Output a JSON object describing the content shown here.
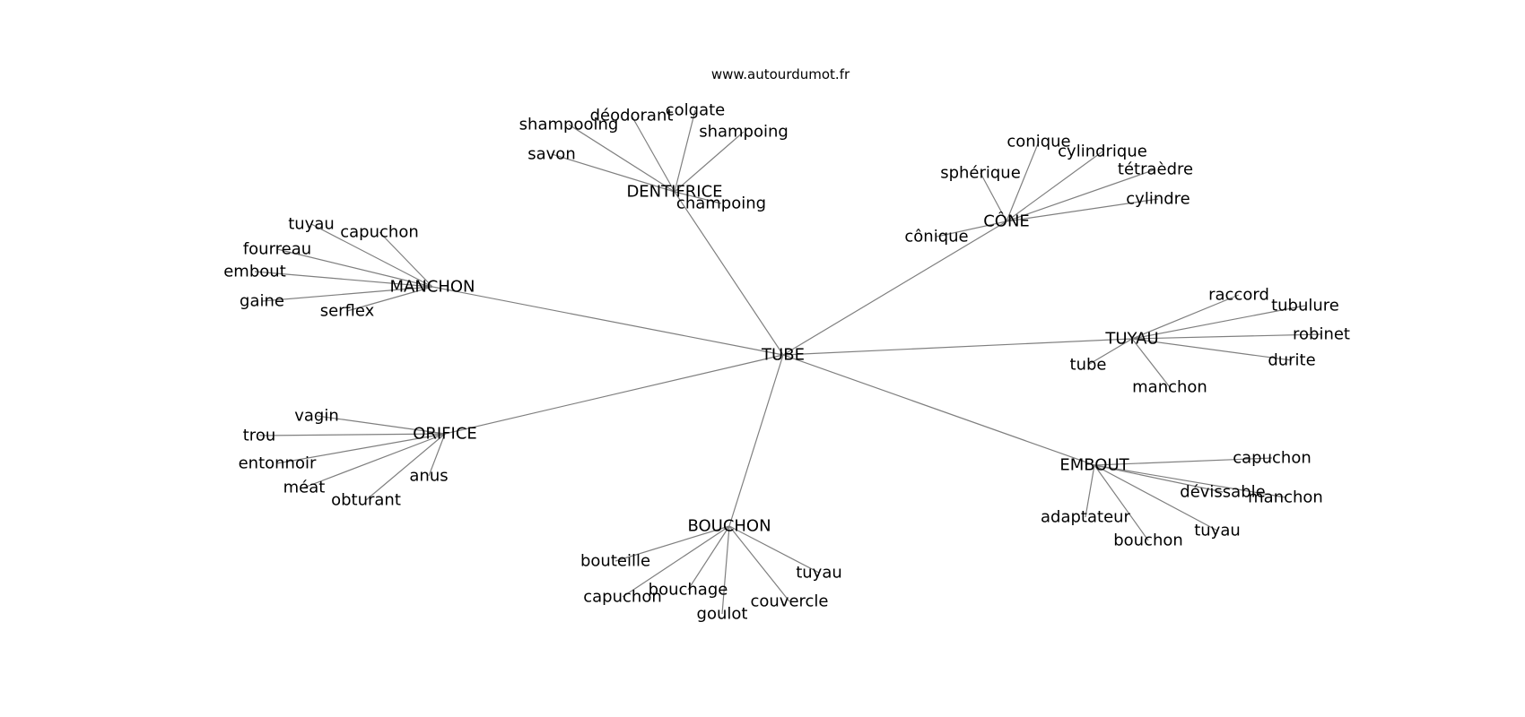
{
  "credit": "www.autourdumot.fr",
  "colors": {
    "edge": "#7f7f7f",
    "text": "#000000",
    "background": "#ffffff"
  },
  "graph": {
    "center": "TUBE",
    "hubs": [
      {
        "label": "DENTIFRICE",
        "leaves": [
          "shampooing",
          "déodorant",
          "colgate",
          "shampoing",
          "savon",
          "champoing"
        ]
      },
      {
        "label": "CÔNE",
        "leaves": [
          "conique",
          "cylindrique",
          "sphérique",
          "tétraèdre",
          "cylindre",
          "cônique"
        ]
      },
      {
        "label": "MANCHON",
        "leaves": [
          "tuyau",
          "capuchon",
          "fourreau",
          "embout",
          "gaine",
          "serflex"
        ]
      },
      {
        "label": "TUYAU",
        "leaves": [
          "raccord",
          "tubulure",
          "robinet",
          "tube",
          "durite",
          "manchon"
        ]
      },
      {
        "label": "ORIFICE",
        "leaves": [
          "vagin",
          "trou",
          "entonnoir",
          "anus",
          "méat",
          "obturant"
        ]
      },
      {
        "label": "EMBOUT",
        "leaves": [
          "capuchon",
          "dévissable",
          "manchon",
          "adaptateur",
          "tuyau",
          "bouchon"
        ]
      },
      {
        "label": "BOUCHON",
        "leaves": [
          "bouteille",
          "tuyau",
          "bouchage",
          "capuchon",
          "couvercle",
          "goulot"
        ]
      }
    ]
  }
}
